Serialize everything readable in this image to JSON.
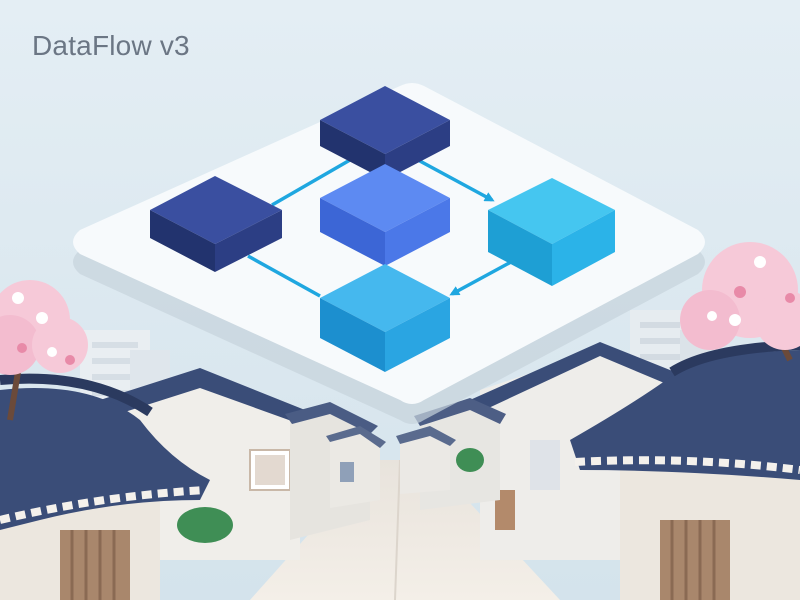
{
  "brand": {
    "title": "DataFlow v3"
  },
  "colors": {
    "sky": "#dde9f1",
    "platform": "#f7fafc",
    "node_navy": "#2c3e84",
    "node_royal": "#4b78e8",
    "node_cyan": "#2bb3e8",
    "arrow": "#1fa7e0",
    "roof": "#3a4d78",
    "wall": "#eef0f2",
    "blossom": "#f6c9d8"
  },
  "diagram": {
    "nodes": [
      {
        "id": "navy-top",
        "color": "#2c3e84"
      },
      {
        "id": "navy-left",
        "color": "#2c3e84"
      },
      {
        "id": "royal-center",
        "color": "#4b78e8"
      },
      {
        "id": "cyan-right",
        "color": "#2bb3e8"
      },
      {
        "id": "cyan-bottom",
        "color": "#2bb3e8"
      }
    ],
    "edges": [
      {
        "from": "navy-left",
        "to": "navy-top",
        "arrowhead": false
      },
      {
        "from": "navy-top",
        "to": "cyan-right",
        "arrowhead": true
      },
      {
        "from": "cyan-right",
        "to": "cyan-bottom",
        "arrowhead": true
      },
      {
        "from": "navy-left",
        "to": "cyan-bottom",
        "arrowhead": false
      }
    ]
  },
  "scene": {
    "description_icons": [
      "hanok-roof-icon",
      "cherry-blossom-icon",
      "alley-icon",
      "office-tower-icon"
    ]
  }
}
